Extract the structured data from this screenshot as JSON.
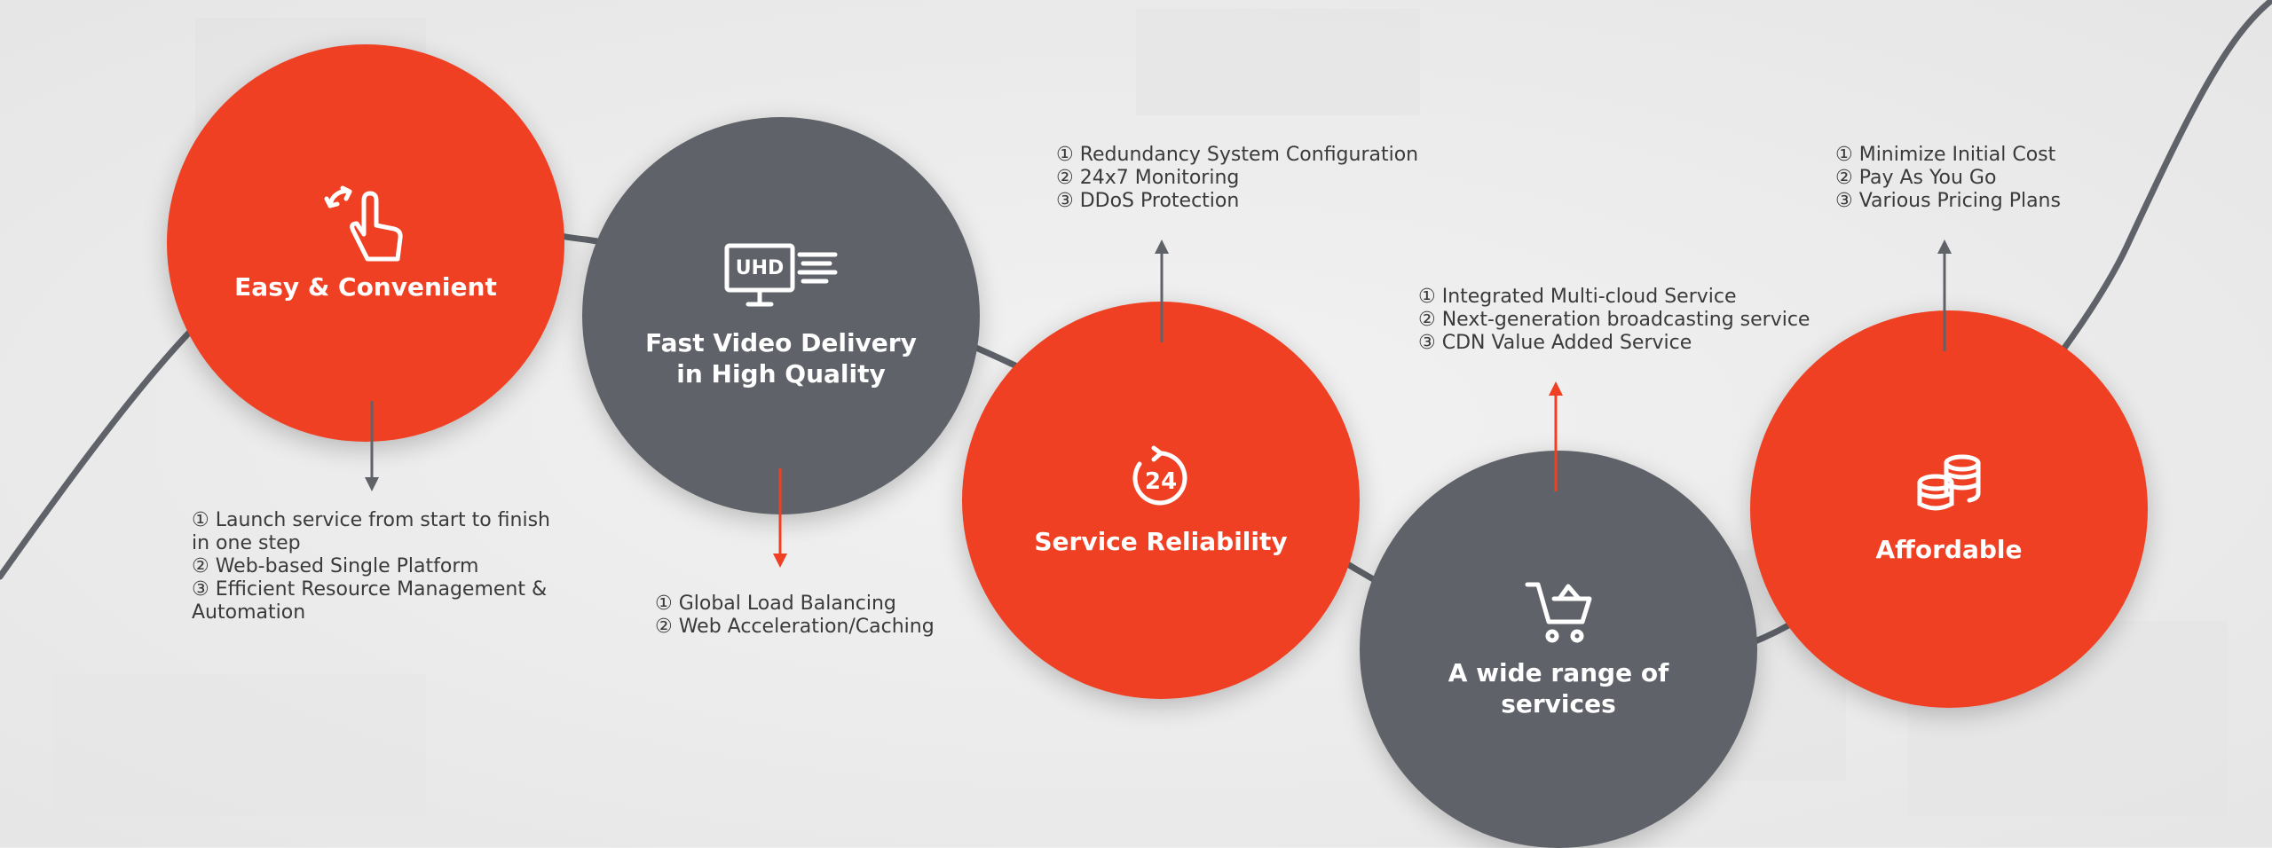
{
  "colors": {
    "accent": "#ef4023",
    "dark": "#5f6369",
    "text": "#3a3a3a",
    "background": "#eeeeee"
  },
  "features": [
    {
      "title": "Easy & Convenient",
      "icon": "hand-swipe-icon",
      "color": "orange",
      "items": [
        "① Launch service from start to finish in one step",
        "② Web-based Single Platform",
        "③ Efficient Resource Management & Automation"
      ]
    },
    {
      "title": "Fast Video Delivery\nin High Quality",
      "icon": "uhd-monitor-icon",
      "icon_text": "UHD",
      "color": "gray",
      "items": [
        "① Global Load Balancing",
        "② Web Acceleration/Caching"
      ]
    },
    {
      "title": "Service Reliability",
      "icon": "24-hours-icon",
      "icon_text": "24",
      "color": "orange",
      "items": [
        "① Redundancy System Configuration",
        "② 24x7 Monitoring",
        "③ DDoS Protection"
      ]
    },
    {
      "title": "A wide range of\nservices",
      "icon": "shopping-cart-icon",
      "color": "gray",
      "items": [
        "① Integrated Multi-cloud Service",
        "② Next-generation broadcasting service",
        "③ CDN Value Added Service"
      ]
    },
    {
      "title": "Affordable",
      "icon": "coin-stack-icon",
      "color": "orange",
      "items": [
        "① Minimize Initial Cost",
        "② Pay As You Go",
        "③ Various Pricing Plans"
      ]
    }
  ]
}
